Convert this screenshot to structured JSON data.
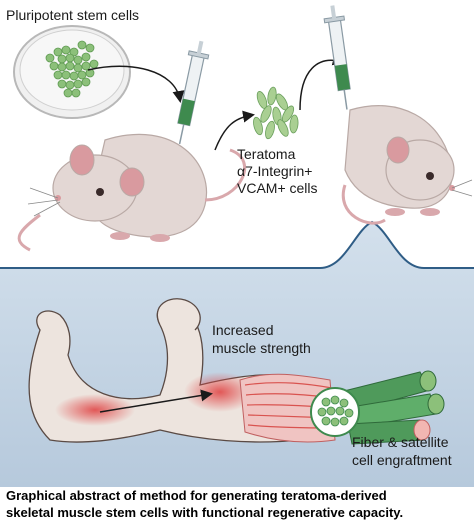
{
  "labels": {
    "pluripotent": "Pluripotent stem cells",
    "teratoma": "Teratoma",
    "integrin": "α7-Integrin+",
    "vcam": "VCAM+ cells",
    "strength_1": "Increased",
    "strength_2": "muscle strength",
    "engraft_1": "Fiber & satellite",
    "engraft_2": "cell engraftment"
  },
  "caption": {
    "line1": "Graphical abstract of method for generating teratoma-derived",
    "line2": "skeletal muscle stem cells with functional regenerative capacity."
  },
  "colors": {
    "top_bg": "#ffffff",
    "bottom_bg": "#c6d6e6",
    "mouse_body": "#e3d7d4",
    "mouse_ear": "#d99a9f",
    "cells_green": "#8cc07a",
    "syringe_green": "#3e8a4e",
    "muscle_red": "#d9534f",
    "fiber_green": "#4f9a5b"
  }
}
